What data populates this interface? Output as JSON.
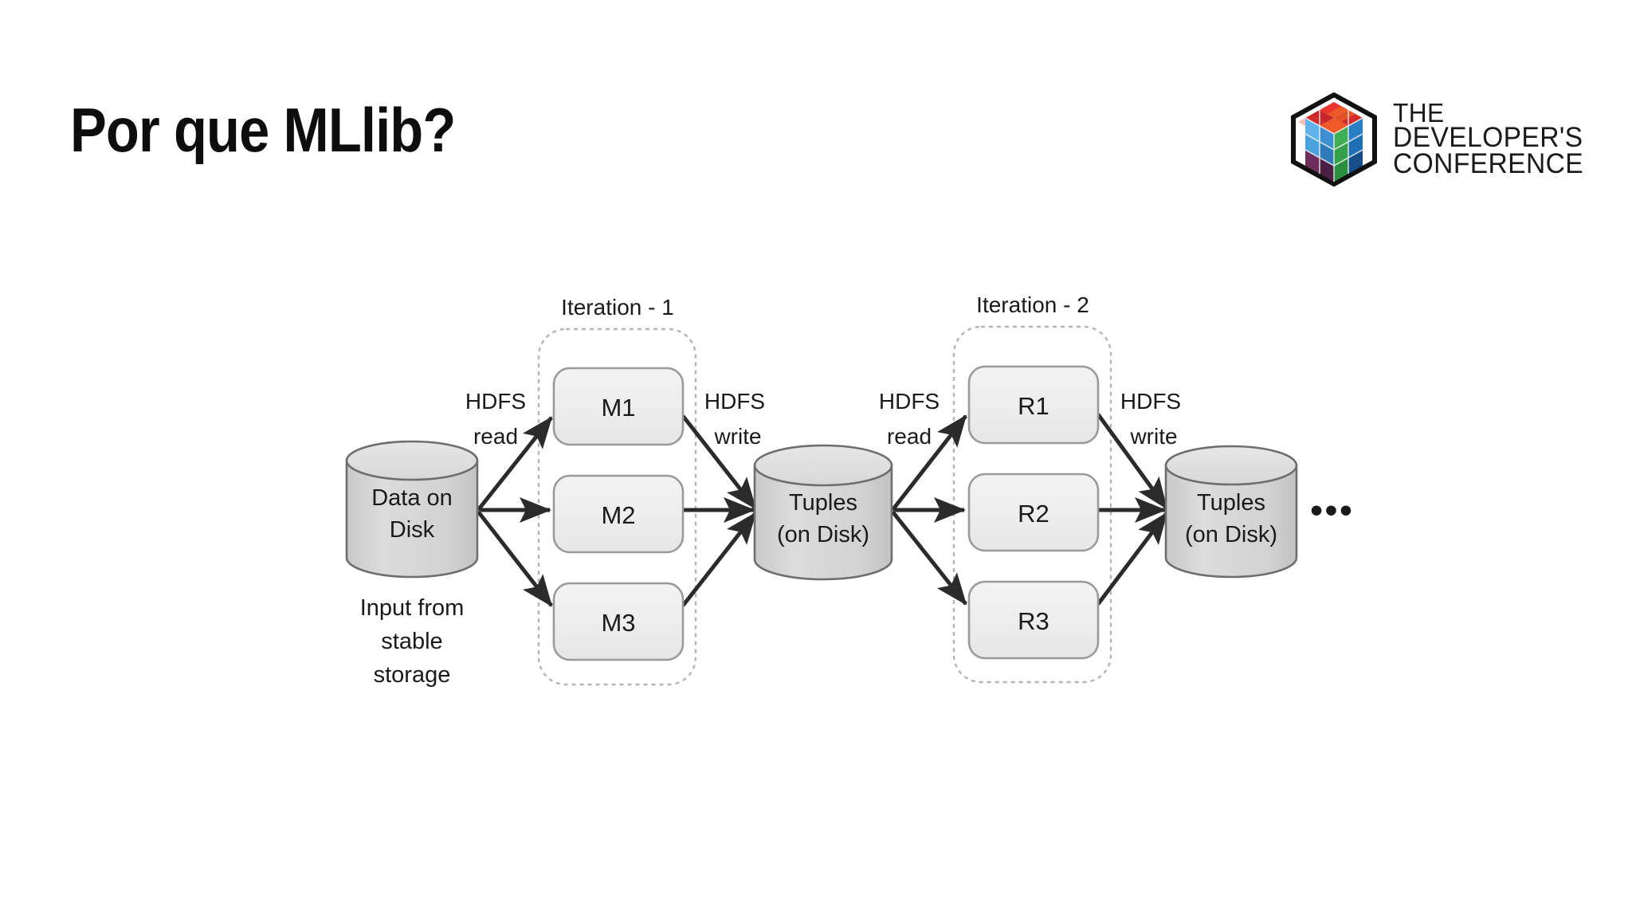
{
  "slide": {
    "title": "Por que MLlib?",
    "background_color": "#ffffff",
    "title_color": "#0d0d0d"
  },
  "logo": {
    "name": "the-developers-conference",
    "line1": "THE",
    "line2": "DEVELOPER'S",
    "line3": "CONFERENCE",
    "text_color": "#1a1a1a",
    "cube_colors": {
      "top_face": [
        "#e8352e",
        "#e8352e",
        "#c8242b",
        "#f05a28",
        "#e8352e",
        "#d42b2b",
        "#f58220",
        "#ef6f2c",
        "#e0402f"
      ],
      "left_face": [
        "#3d8fd1",
        "#4aa3dd",
        "#2f7ab8",
        "#5fb3e8",
        "#3d8fd1",
        "#2b6ba8",
        "#6b2d5c",
        "#4a1f44",
        "#3a1838"
      ],
      "right_face": [
        "#1f6fb5",
        "#2a7fc4",
        "#185f9e",
        "#3fae55",
        "#35a04a",
        "#2a8f40",
        "#1d5a9c",
        "#174d88",
        "#123f72"
      ],
      "outline": "#111111"
    }
  },
  "diagram": {
    "name": "hadoop-mapreduce-iteration-dataflow",
    "type": "flow-diagram",
    "palette": {
      "cylinder_fill": "#d4d4d4",
      "cylinder_fill_light": "#dedede",
      "cylinder_stroke": "#6e6e6e",
      "node_fill": "#eeeeee",
      "node_stroke": "#9a9a9a",
      "group_stroke": "#b5b5b5",
      "arrow_color": "#2b2b2b",
      "text_color": "#1a1a1a"
    },
    "stores": [
      {
        "id": "store-data-on-disk",
        "line1": "Data on",
        "line2": "Disk",
        "caption": [
          "Input from",
          "stable",
          "storage"
        ]
      },
      {
        "id": "store-tuples-1",
        "line1": "Tuples",
        "line2": "(on Disk)",
        "caption": []
      },
      {
        "id": "store-tuples-2",
        "line1": "Tuples",
        "line2": "(on Disk)",
        "caption": []
      }
    ],
    "groups": [
      {
        "id": "iteration-1",
        "label": "Iteration - 1",
        "nodes": [
          "M1",
          "M2",
          "M3"
        ]
      },
      {
        "id": "iteration-2",
        "label": "Iteration - 2",
        "nodes": [
          "R1",
          "R2",
          "R3"
        ]
      }
    ],
    "edge_labels": [
      {
        "id": "hdfs-read-1",
        "line1": "HDFS",
        "line2": "read"
      },
      {
        "id": "hdfs-write-1",
        "line1": "HDFS",
        "line2": "write"
      },
      {
        "id": "hdfs-read-2",
        "line1": "HDFS",
        "line2": "read"
      },
      {
        "id": "hdfs-write-2",
        "line1": "HDFS",
        "line2": "write"
      }
    ],
    "continuation": "•••"
  }
}
